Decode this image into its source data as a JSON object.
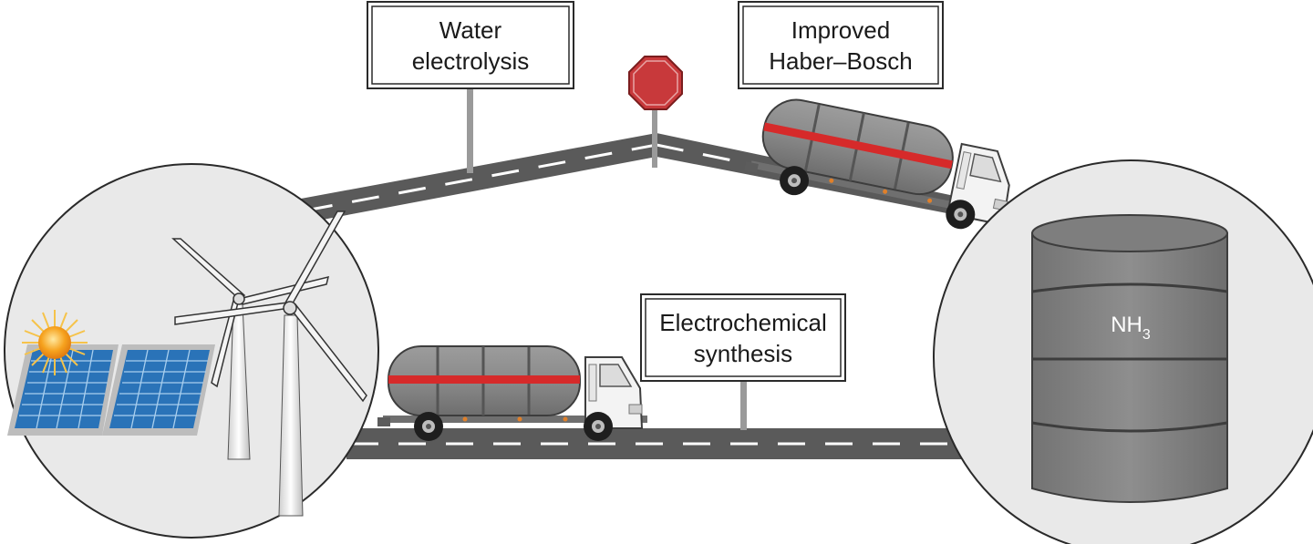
{
  "signs": {
    "water_electrolysis": {
      "line1": "Water",
      "line2": "electrolysis"
    },
    "improved_haber_bosch": {
      "line1": "Improved",
      "line2": "Haber–Bosch"
    },
    "electrochemical_synthesis": {
      "line1": "Electrochemical",
      "line2": "synthesis"
    }
  },
  "barrel": {
    "label_main": "NH",
    "label_sub": "3"
  },
  "icons": [
    "stop-sign-icon",
    "sun-icon",
    "solar-panel-icon",
    "wind-turbine-icon",
    "tanker-truck-icon",
    "barrel-icon"
  ],
  "colors": {
    "road": "#5a5a5a",
    "circle_bg": "#e9e9e9",
    "tank": "#8c8c8c",
    "stripe": "#d62a2a",
    "stop": "#c8393b",
    "panel": "#2a73b8",
    "sun": "#f6a21e"
  }
}
